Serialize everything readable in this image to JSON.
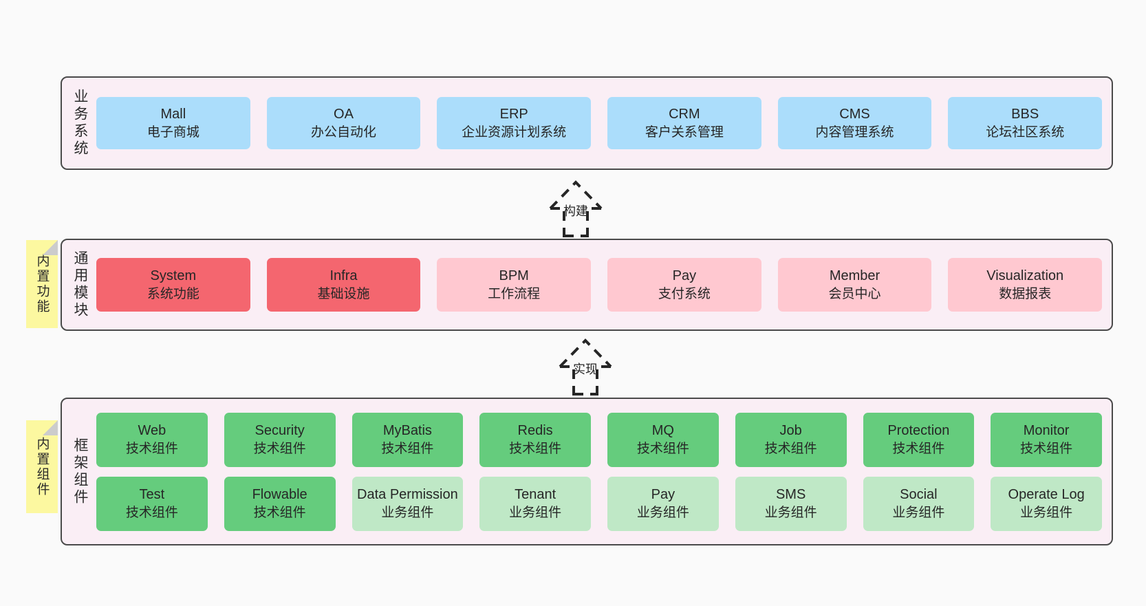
{
  "diagram": {
    "background_color": "#fafafa",
    "panel_color": "#faeef5",
    "panel_border_color": "#4a4a4a",
    "sticky_color": "#fcf8a0"
  },
  "layers": [
    {
      "id": "business",
      "label": "业务系统",
      "card_color": "#abddfb",
      "rows": [
        {
          "cards": [
            {
              "title": "Mall",
              "sub": "电子商城",
              "color": "#abddfb",
              "style": "blue"
            },
            {
              "title": "OA",
              "sub": "办公自动化",
              "color": "#abddfb",
              "style": "blue"
            },
            {
              "title": "ERP",
              "sub": "企业资源计划系统",
              "color": "#abddfb",
              "style": "blue"
            },
            {
              "title": "CRM",
              "sub": "客户关系管理",
              "color": "#abddfb",
              "style": "blue"
            },
            {
              "title": "CMS",
              "sub": "内容管理系统",
              "color": "#abddfb",
              "style": "blue"
            },
            {
              "title": "BBS",
              "sub": "论坛社区系统",
              "color": "#abddfb",
              "style": "blue"
            }
          ]
        }
      ]
    },
    {
      "id": "common",
      "label": "通用模块",
      "sticky": "内置功能",
      "rows": [
        {
          "cards": [
            {
              "title": "System",
              "sub": "系统功能",
              "color": "#f4666f",
              "style": "red"
            },
            {
              "title": "Infra",
              "sub": "基础设施",
              "color": "#f4666f",
              "style": "red"
            },
            {
              "title": "BPM",
              "sub": "工作流程",
              "color": "#ffc8d0",
              "style": "pink"
            },
            {
              "title": "Pay",
              "sub": "支付系统",
              "color": "#ffc8d0",
              "style": "pink"
            },
            {
              "title": "Member",
              "sub": "会员中心",
              "color": "#ffc8d0",
              "style": "pink"
            },
            {
              "title": "Visualization",
              "sub": "数据报表",
              "color": "#ffc8d0",
              "style": "pink"
            }
          ]
        }
      ]
    },
    {
      "id": "framework",
      "label": "框架组件",
      "sticky": "内置组件",
      "rows": [
        {
          "cards": [
            {
              "title": "Web",
              "sub": "技术组件",
              "color": "#65cc7d",
              "style": "green"
            },
            {
              "title": "Security",
              "sub": "技术组件",
              "color": "#65cc7d",
              "style": "green"
            },
            {
              "title": "MyBatis",
              "sub": "技术组件",
              "color": "#65cc7d",
              "style": "green"
            },
            {
              "title": "Redis",
              "sub": "技术组件",
              "color": "#65cc7d",
              "style": "green"
            },
            {
              "title": "MQ",
              "sub": "技术组件",
              "color": "#65cc7d",
              "style": "green"
            },
            {
              "title": "Job",
              "sub": "技术组件",
              "color": "#65cc7d",
              "style": "green"
            },
            {
              "title": "Protection",
              "sub": "技术组件",
              "color": "#65cc7d",
              "style": "green"
            },
            {
              "title": "Monitor",
              "sub": "技术组件",
              "color": "#65cc7d",
              "style": "green"
            }
          ]
        },
        {
          "cards": [
            {
              "title": "Test",
              "sub": "技术组件",
              "color": "#65cc7d",
              "style": "green"
            },
            {
              "title": "Flowable",
              "sub": "技术组件",
              "color": "#65cc7d",
              "style": "green"
            },
            {
              "title": "Data Permission",
              "sub": "业务组件",
              "color": "#bfe8c6",
              "style": "green-light"
            },
            {
              "title": "Tenant",
              "sub": "业务组件",
              "color": "#bfe8c6",
              "style": "green-light"
            },
            {
              "title": "Pay",
              "sub": "业务组件",
              "color": "#bfe8c6",
              "style": "green-light"
            },
            {
              "title": "SMS",
              "sub": "业务组件",
              "color": "#bfe8c6",
              "style": "green-light"
            },
            {
              "title": "Social",
              "sub": "业务组件",
              "color": "#bfe8c6",
              "style": "green-light"
            },
            {
              "title": "Operate Log",
              "sub": "业务组件",
              "color": "#bfe8c6",
              "style": "green-light"
            }
          ]
        }
      ]
    }
  ],
  "connectors": [
    {
      "id": "build",
      "label": "构建",
      "style": "dashed-up-arrow"
    },
    {
      "id": "implement",
      "label": "实现",
      "style": "dashed-up-arrow"
    }
  ]
}
